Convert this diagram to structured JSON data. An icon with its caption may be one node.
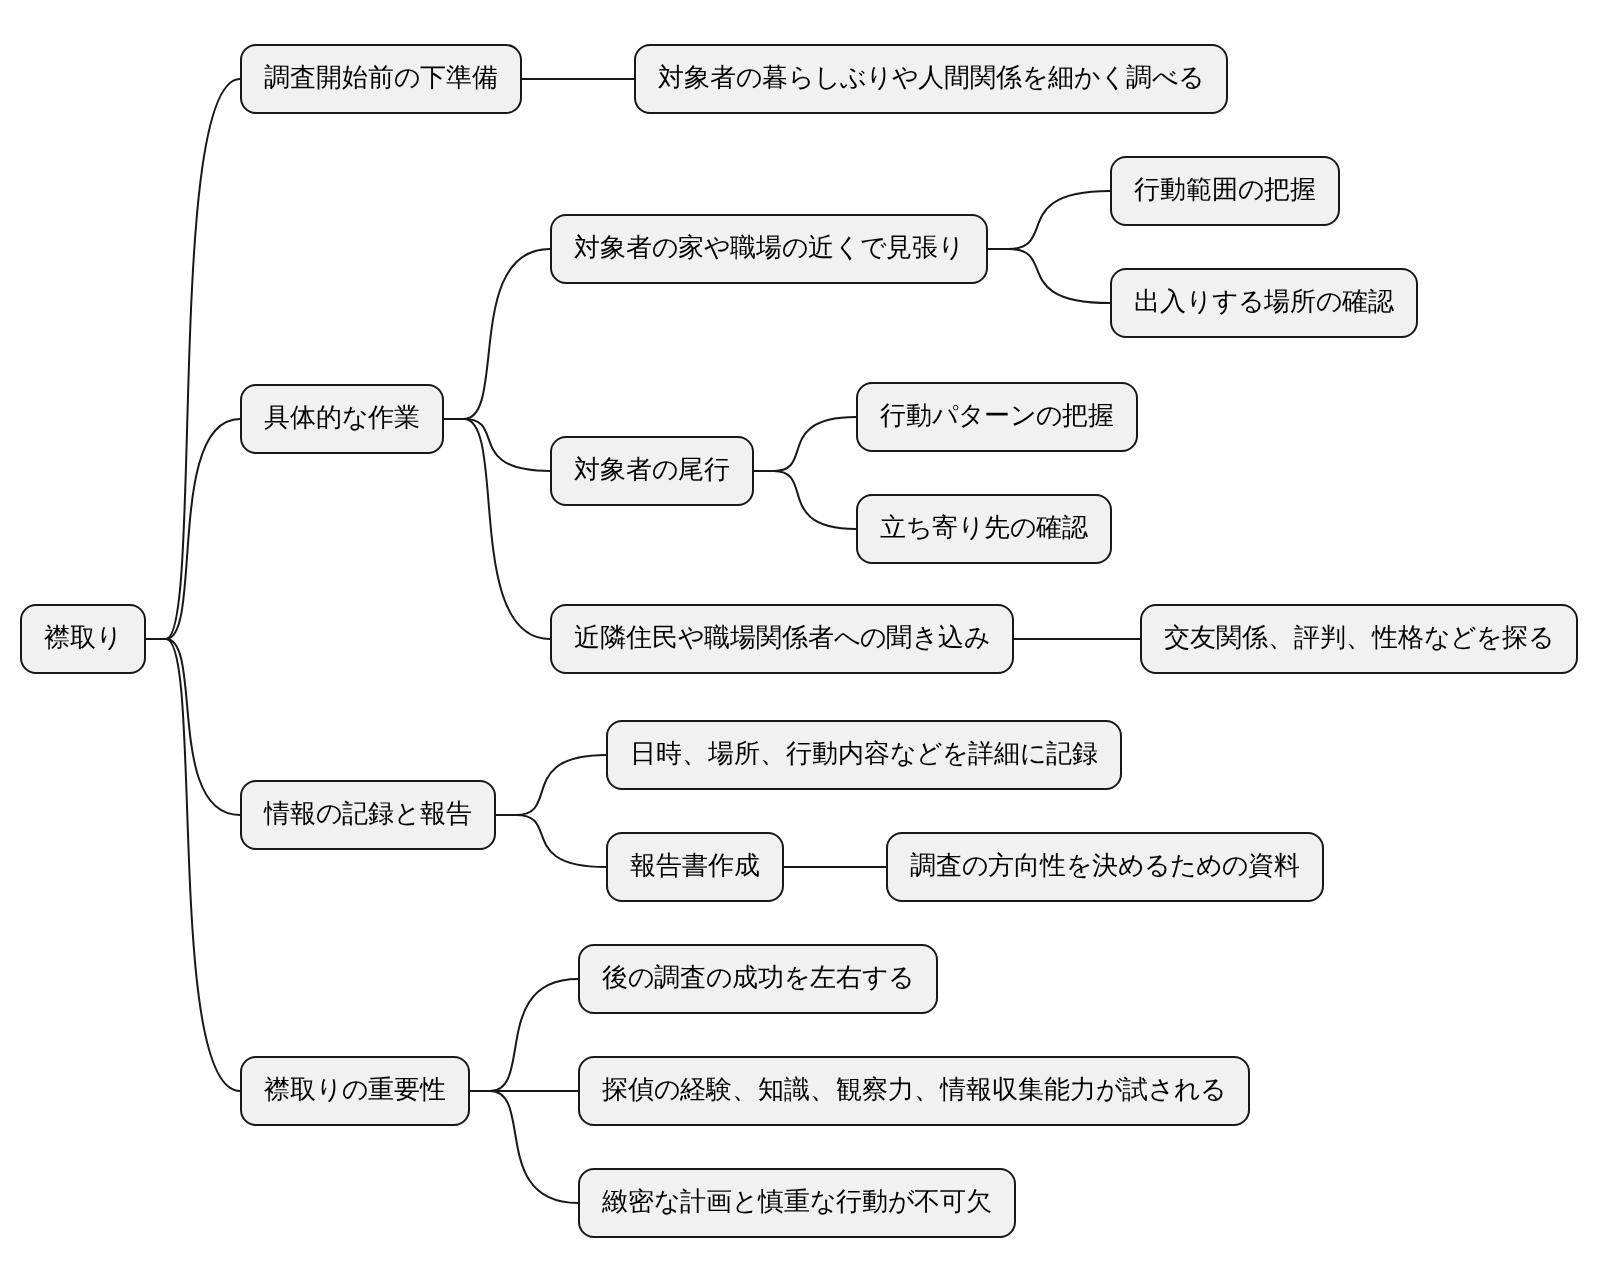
{
  "diagram": {
    "nodes": [
      {
        "text": [
          "襟取り"
        ]
      },
      {
        "text": [
          "調査開始前の下準備"
        ]
      },
      {
        "text": [
          "対象者の暮らしぶりや人間関係を細かく調べる"
        ]
      },
      {
        "text": [
          "具体的な作業"
        ]
      },
      {
        "text": [
          "対象者の家や職場の近くで見張り"
        ]
      },
      {
        "text": [
          "行動範囲の把握"
        ]
      },
      {
        "text": [
          "出入りする場所の確認"
        ]
      },
      {
        "text": [
          "対象者の尾行"
        ]
      },
      {
        "text": [
          "行動パターンの把握"
        ]
      },
      {
        "text": [
          "立ち寄り先の確認"
        ]
      },
      {
        "text": [
          "近隣住民や職場関係者への聞き込み"
        ]
      },
      {
        "text": [
          "交友関係、評判、性格などを探る"
        ]
      },
      {
        "text": [
          "情報の記録と報告"
        ]
      },
      {
        "text": [
          "日時、場所、行動内容などを詳細に記録"
        ]
      },
      {
        "text": [
          "報告書作成"
        ]
      },
      {
        "text": [
          "調査の方向性を決めるための資料"
        ]
      },
      {
        "text": [
          "襟取りの重要性"
        ]
      },
      {
        "text": [
          "後の調査の成功を左右する"
        ]
      },
      {
        "text": [
          "探偵の経験、知識、観察力、情報収集能力が試される"
        ]
      },
      {
        "text": [
          "緻密な計画と慎重な行動が不可欠"
        ]
      }
    ],
    "edges": [
      {
        "from": 0,
        "to": 1,
        "arrow": "none"
      },
      {
        "from": 1,
        "to": 2,
        "arrow": "none"
      },
      {
        "from": 0,
        "to": 3,
        "arrow": "none"
      },
      {
        "from": 3,
        "to": 4,
        "arrow": "none"
      },
      {
        "from": 4,
        "to": 5,
        "arrow": "none"
      },
      {
        "from": 4,
        "to": 6,
        "arrow": "none"
      },
      {
        "from": 3,
        "to": 7,
        "arrow": "none"
      },
      {
        "from": 7,
        "to": 8,
        "arrow": "none"
      },
      {
        "from": 7,
        "to": 9,
        "arrow": "none"
      },
      {
        "from": 3,
        "to": 10,
        "arrow": "none"
      },
      {
        "from": 10,
        "to": 11,
        "arrow": "none"
      },
      {
        "from": 0,
        "to": 12,
        "arrow": "none"
      },
      {
        "from": 12,
        "to": 13,
        "arrow": "none"
      },
      {
        "from": 12,
        "to": 14,
        "arrow": "none"
      },
      {
        "from": 14,
        "to": 15,
        "arrow": "none"
      },
      {
        "from": 0,
        "to": 16,
        "arrow": "none"
      },
      {
        "from": 16,
        "to": 17,
        "arrow": "none"
      },
      {
        "from": 16,
        "to": 18,
        "arrow": "none"
      },
      {
        "from": 16,
        "to": 19,
        "arrow": "none"
      }
    ]
  }
}
